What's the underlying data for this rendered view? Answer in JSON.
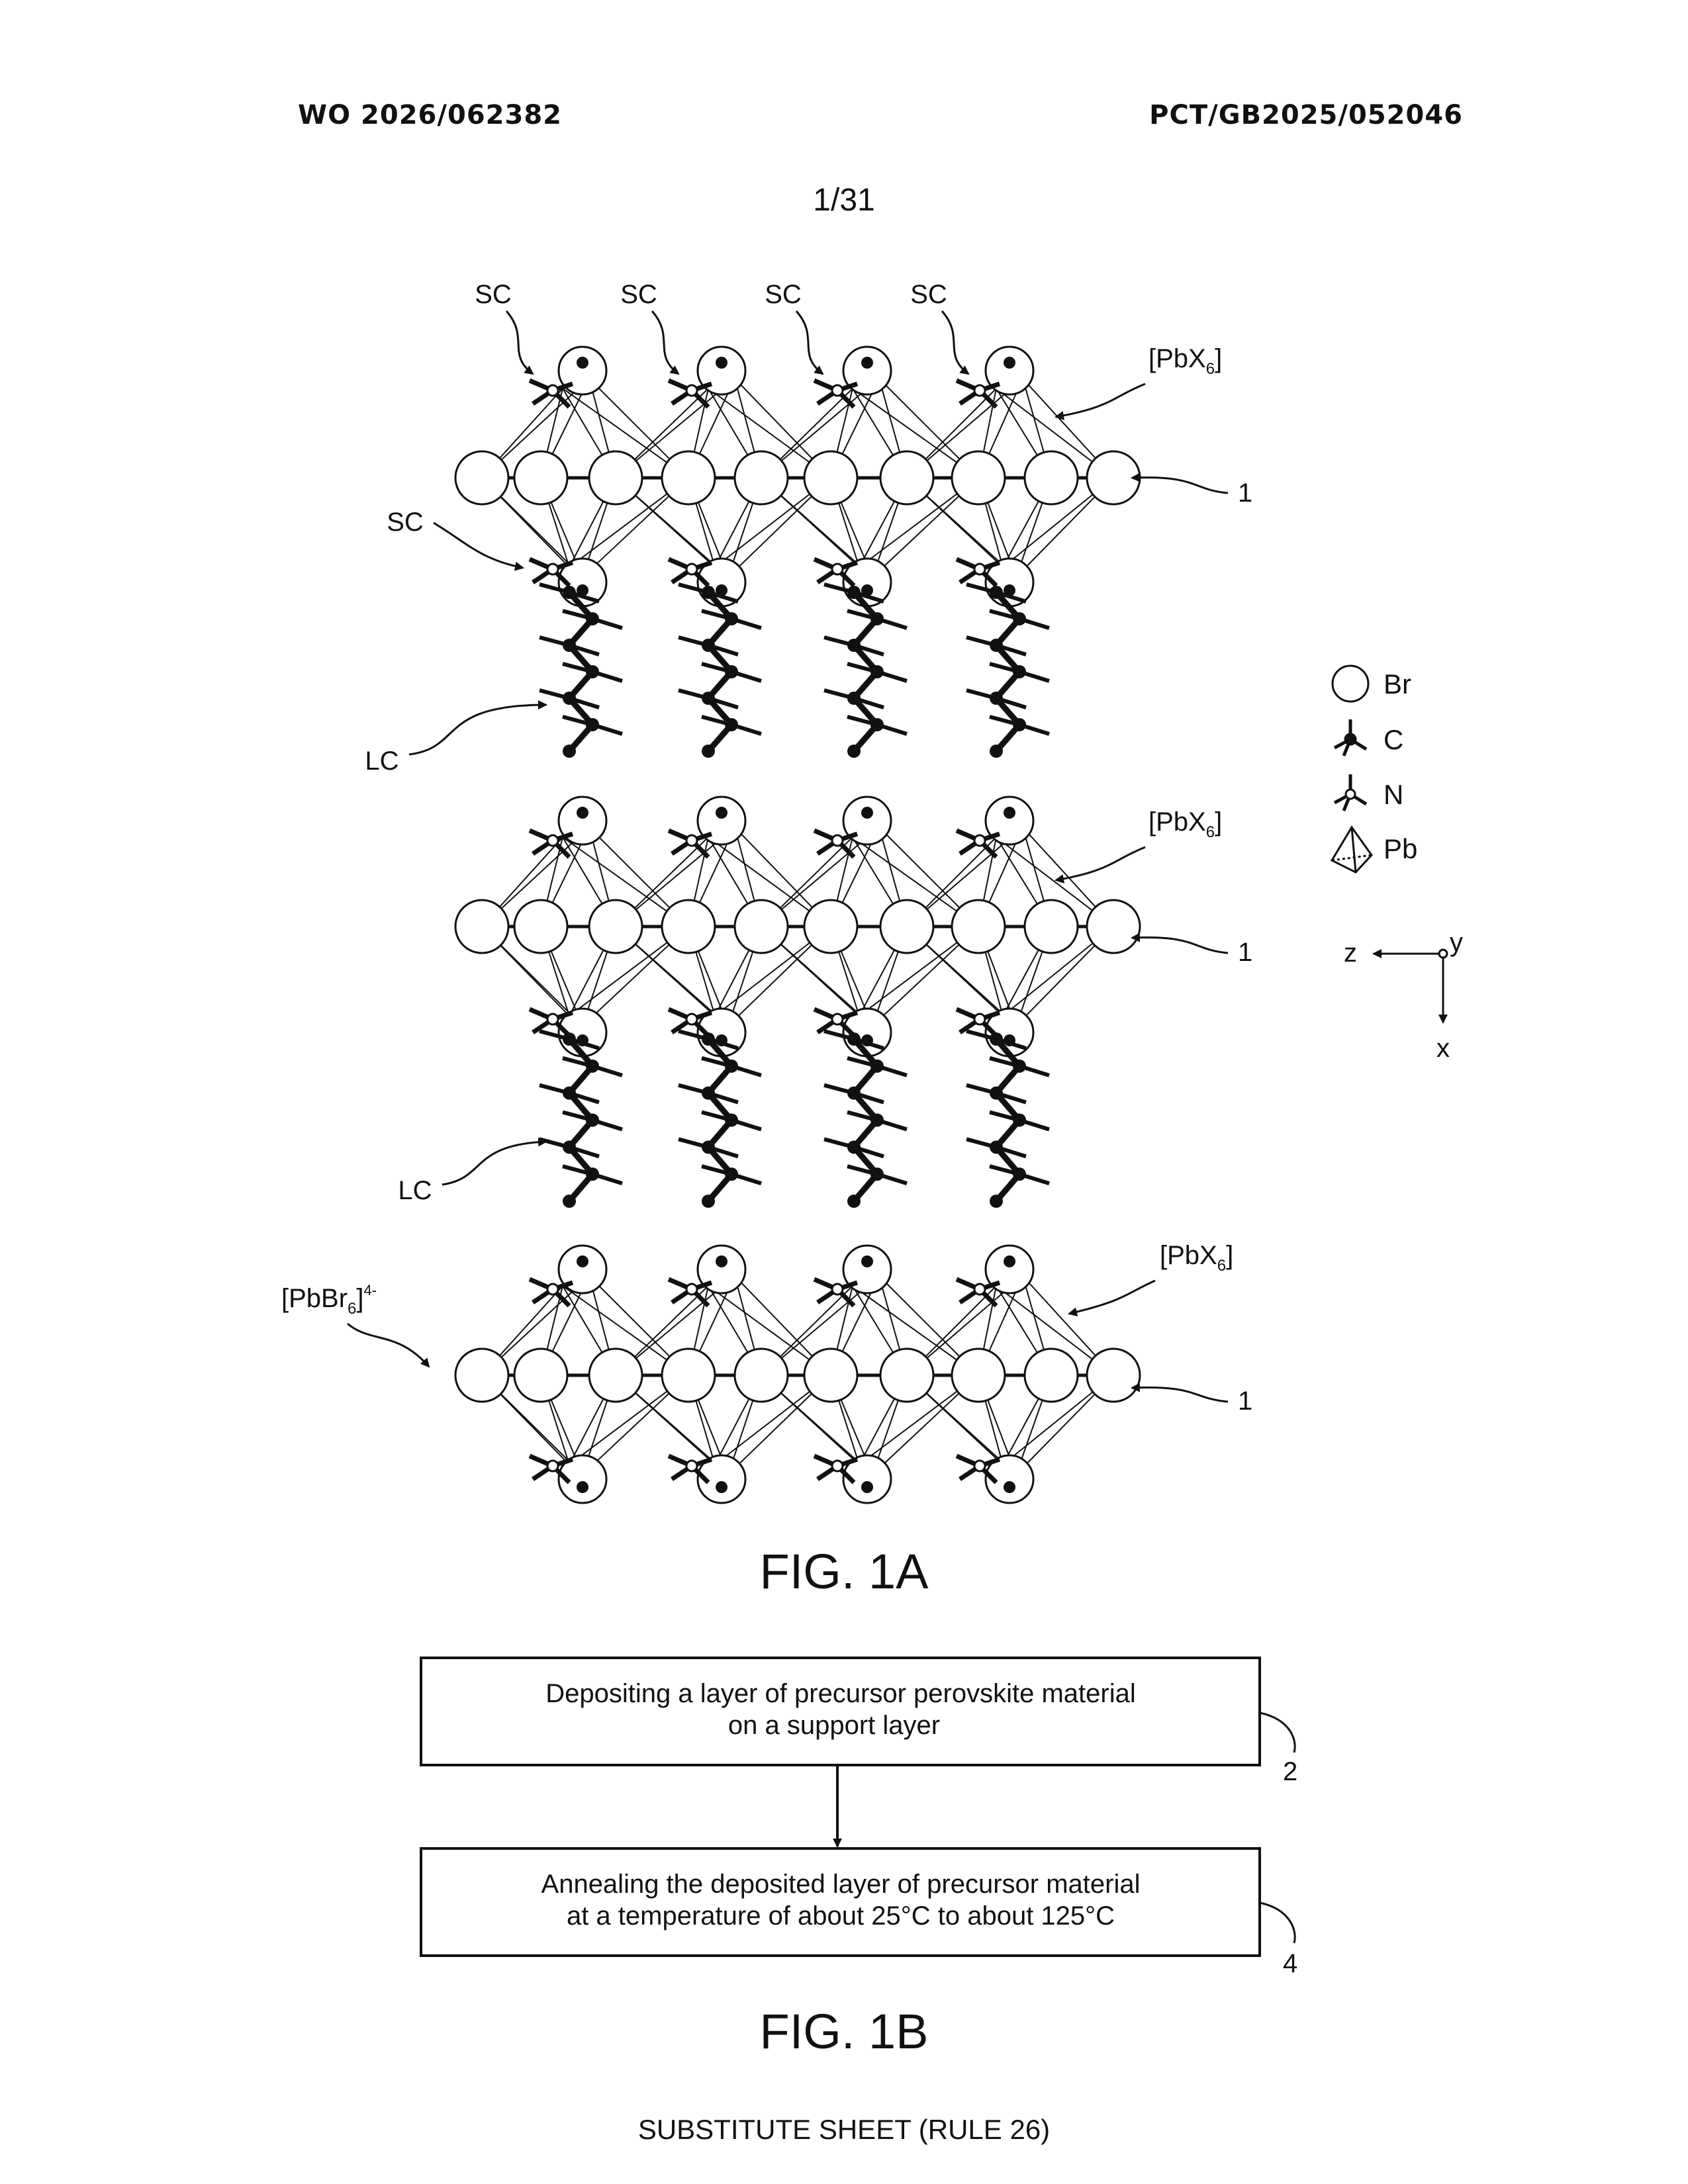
{
  "header": {
    "publication_number": "WO 2026/062382",
    "application_number": "PCT/GB2025/052046",
    "sheet_number": "1/31"
  },
  "fig1a": {
    "caption": "FIG. 1A",
    "labels": {
      "sc": "SC",
      "lc": "LC",
      "pbx6_left_bracket": "[PbX",
      "pbx6_sub": "6",
      "pbx6_right_bracket": "]",
      "pbbr6_main": "[PbBr",
      "pbbr6_sub": "6",
      "pbbr6_close": "]",
      "pbbr6_sup": "4-",
      "layer_ref": "1"
    },
    "legend": {
      "br": "Br",
      "c": "C",
      "n": "N",
      "pb": "Pb"
    },
    "axes": {
      "z": "z",
      "y": "y",
      "x": "x"
    }
  },
  "fig1b": {
    "caption": "FIG. 1B",
    "steps": [
      {
        "line1": "Depositing a layer of precursor perovskite material",
        "line2": "on a support layer",
        "ref": "2"
      },
      {
        "line1": "Annealing the deposited layer of precursor material",
        "line2": "at a temperature of about 25°C to about 125°C",
        "ref": "4"
      }
    ]
  },
  "footer": {
    "text": "SUBSTITUTE SHEET (RULE 26)"
  }
}
